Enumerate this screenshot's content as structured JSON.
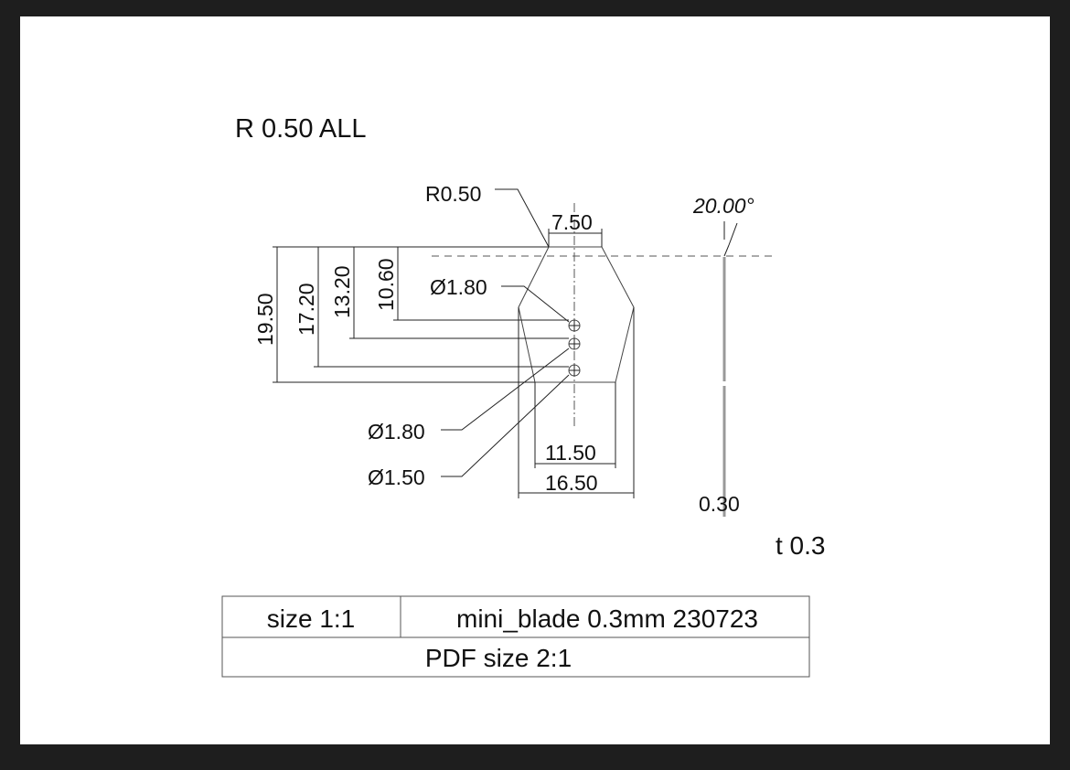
{
  "note_radius": "R 0.50 ALL",
  "thickness_note": "t 0.3",
  "dimensions": {
    "corner_radius": "R0.50",
    "top_width": "7.50",
    "hole_top": "Ø1.80",
    "hole_middle": "Ø1.80",
    "hole_bottom": "Ø1.50",
    "height_total": "19.50",
    "height_hole3": "17.20",
    "height_hole2": "13.20",
    "height_hole1": "10.60",
    "bottom_width": "11.50",
    "max_width": "16.50",
    "angle": "20.00°",
    "thickness": "0.30"
  },
  "title_block": {
    "scale": "size 1:1",
    "name": "mini_blade 0.3mm 230723",
    "pdf_scale": "PDF size 2:1"
  }
}
